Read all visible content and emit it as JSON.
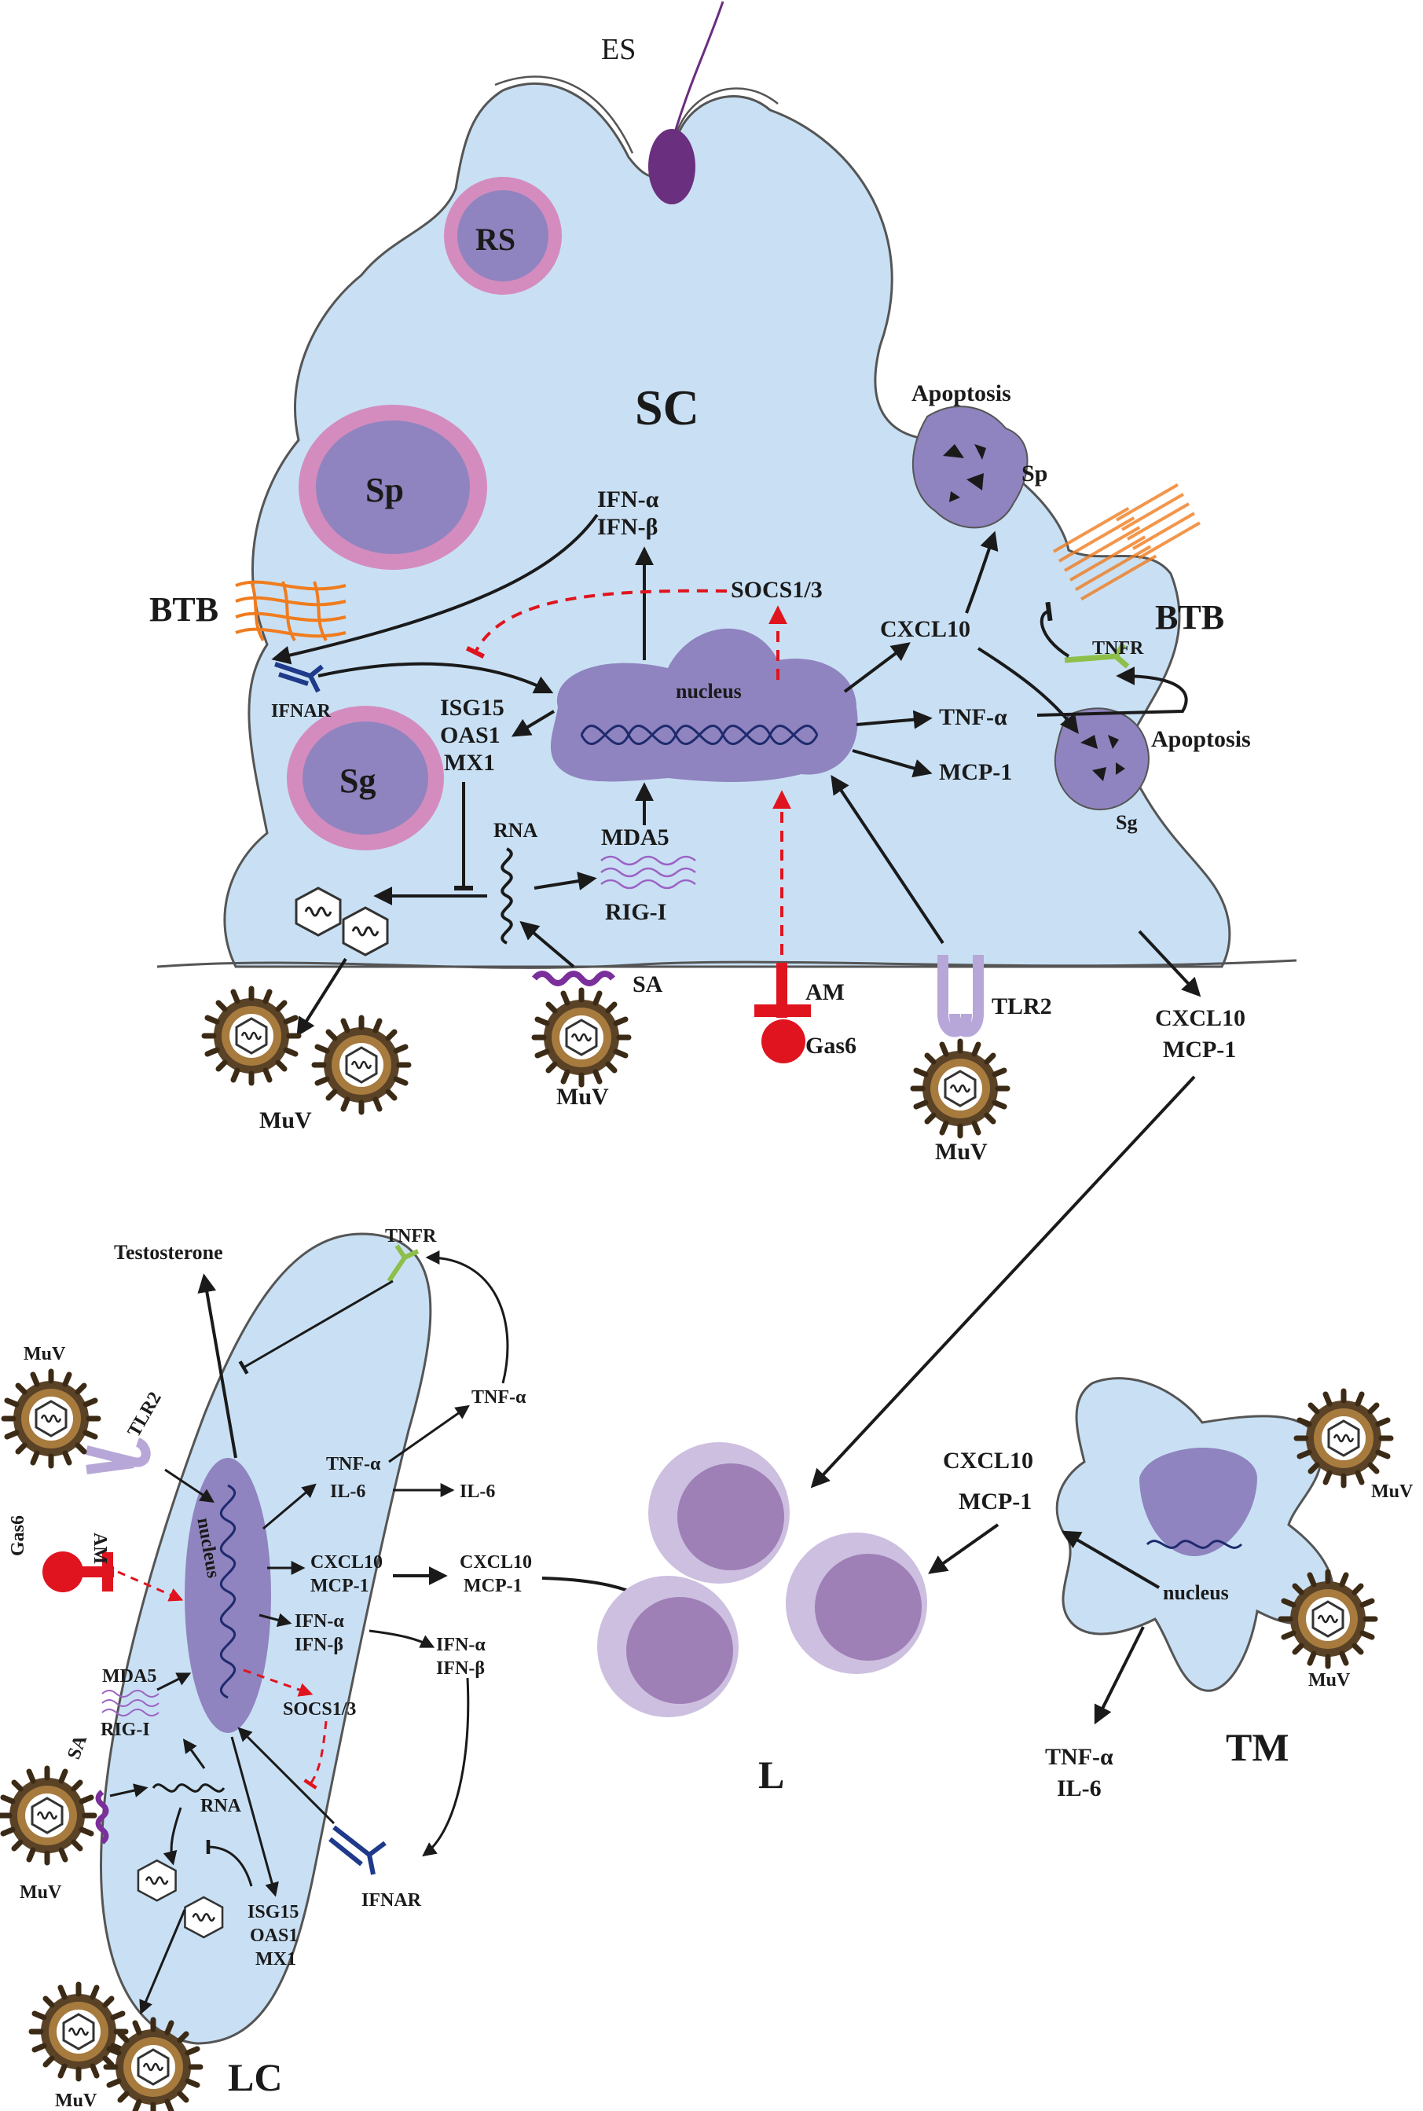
{
  "sertoli": {
    "es": "ES",
    "rs": "RS",
    "sc": "SC",
    "sp": "Sp",
    "sg": "Sg",
    "btb_left": "BTB",
    "btb_right": "BTB",
    "apoptosis_sp": "Apoptosis",
    "apoptosis_sp_cell": "Sp",
    "apoptosis_sg": "Apoptosis",
    "apoptosis_sg_cell": "Sg",
    "ifn_a": "IFN-α",
    "ifn_b": "IFN-β",
    "socs": "SOCS1/3",
    "nucleus": "nucleus",
    "ifnar": "IFNAR",
    "isg15": "ISG15",
    "oas1": "OAS1",
    "mx1": "MX1",
    "rna": "RNA",
    "mda5": "MDA5",
    "rigi": "RIG-I",
    "cxcl10": "CXCL10",
    "tnf": "TNF-α",
    "mcp1": "MCP-1",
    "tnfr": "TNFR",
    "sa": "SA",
    "am": "AM",
    "gas6": "Gas6",
    "tlr2": "TLR2",
    "muv_left": "MuV",
    "muv_mid": "MuV",
    "muv_right": "MuV",
    "out_cxcl10": "CXCL10",
    "out_mcp1": "MCP-1"
  },
  "leydig": {
    "testosterone": "Testosterone",
    "tnfr": "TNFR",
    "tnf_out": "TNF-α",
    "tnf": "TNF-α",
    "il6": "IL-6",
    "il6_out": "IL-6",
    "cxcl10": "CXCL10",
    "mcp1": "MCP-1",
    "cxcl10_out": "CXCL10",
    "mcp1_out": "MCP-1",
    "ifn_a": "IFN-α",
    "ifn_b": "IFN-β",
    "ifn_a_out": "IFN-α",
    "ifn_b_out": "IFN-β",
    "socs": "SOCS1/3",
    "nucleus": "nucleus",
    "tlr2": "TLR2",
    "am": "AM",
    "gas6": "Gas6",
    "mda5": "MDA5",
    "rigi": "RIG-I",
    "rna": "RNA",
    "sa": "SA",
    "isg15": "ISG15",
    "oas1": "OAS1",
    "mx1": "MX1",
    "ifnar": "IFNAR",
    "muv_top": "MuV",
    "muv_left": "MuV",
    "muv_bottom": "MuV",
    "lc": "LC"
  },
  "lymphocyte": {
    "label": "L"
  },
  "macrophage": {
    "cxcl10": "CXCL10",
    "mcp1": "MCP-1",
    "nucleus": "nucleus",
    "tnf": "TNF-α",
    "il6": "IL-6",
    "muv_top": "MuV",
    "muv_bottom": "MuV",
    "label": "TM"
  },
  "colors": {
    "cell_fill": "#c9e0f4",
    "nucleus": "#8f84bf",
    "spermatid_ring": "#d48cbf",
    "btb": "#f07c1e",
    "ifnar": "#1f3a8a",
    "tnfr": "#8dbf4a",
    "tlr2": "#b7a7d8",
    "sa": "#7b2f9b",
    "am_gas6": "#e0141e",
    "virus": "#a77a3e"
  }
}
